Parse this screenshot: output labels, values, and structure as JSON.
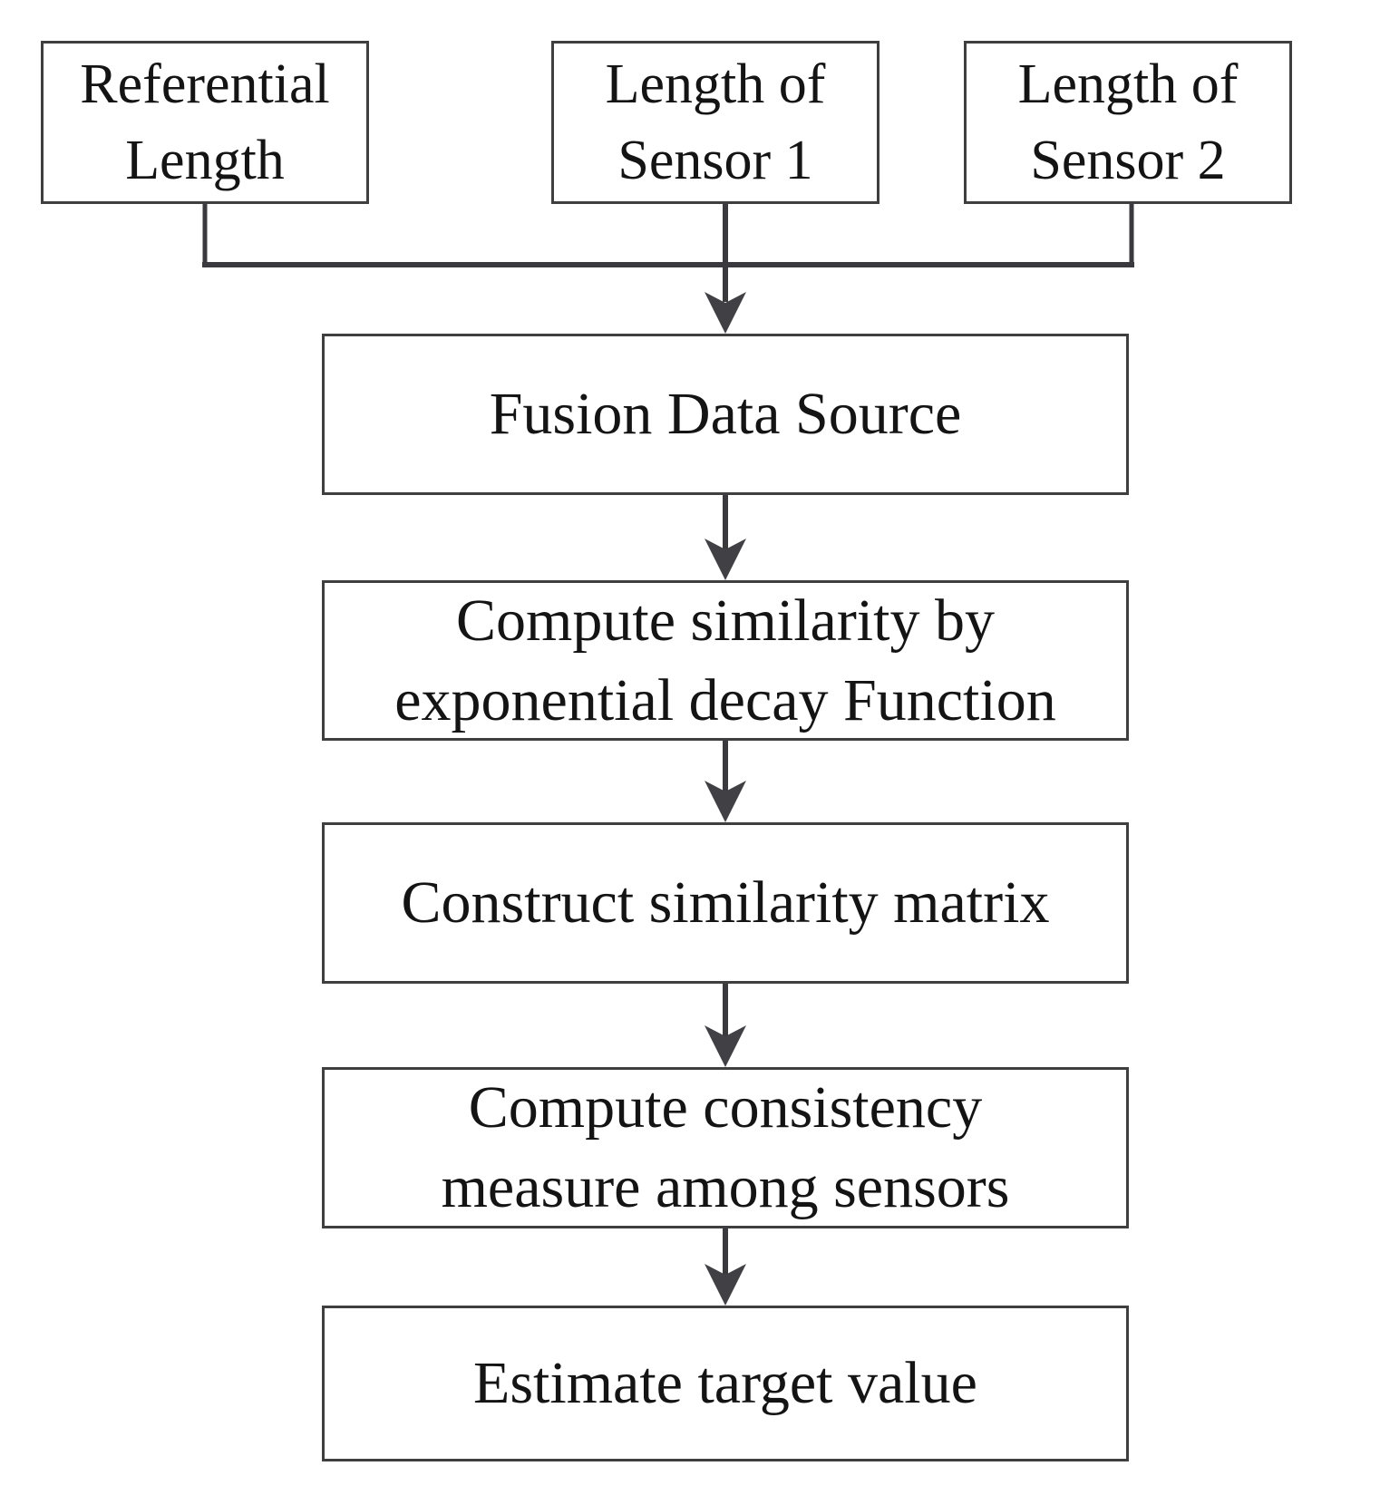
{
  "diagram": {
    "type": "flowchart",
    "description": "Sensor data fusion process flow",
    "colors": {
      "line": "#3a3a3e",
      "arrow": "#404045",
      "border": "#3f3f3f",
      "text": "#141414",
      "box_fill": "#ffffff",
      "background": "#ffffff"
    },
    "nodes": [
      {
        "id": "referential-length",
        "label": "Referential Length",
        "lines": [
          "Referential",
          "Length"
        ]
      },
      {
        "id": "length-of-sensor-1",
        "label": "Length of Sensor 1",
        "lines": [
          "Length of",
          "Sensor 1"
        ]
      },
      {
        "id": "length-of-sensor-2",
        "label": "Length of Sensor 2",
        "lines": [
          "Length of",
          "Sensor 2"
        ]
      },
      {
        "id": "fusion-data-source",
        "label": "Fusion Data Source",
        "lines": [
          "Fusion Data Source"
        ]
      },
      {
        "id": "compute-similarity",
        "label": "Compute similarity by exponential decay Function",
        "lines": [
          "Compute similarity by",
          "exponential decay Function"
        ]
      },
      {
        "id": "construct-similarity-matrix",
        "label": "Construct similarity matrix",
        "lines": [
          "Construct similarity matrix"
        ]
      },
      {
        "id": "compute-consistency",
        "label": "Compute consistency measure among sensors",
        "lines": [
          "Compute consistency",
          "measure among sensors"
        ]
      },
      {
        "id": "estimate-target-value",
        "label": "Estimate target value",
        "lines": [
          "Estimate target value"
        ]
      }
    ],
    "edges": [
      {
        "from": "referential-length",
        "to": "fusion-data-source"
      },
      {
        "from": "length-of-sensor-1",
        "to": "fusion-data-source"
      },
      {
        "from": "length-of-sensor-2",
        "to": "fusion-data-source"
      },
      {
        "from": "fusion-data-source",
        "to": "compute-similarity"
      },
      {
        "from": "compute-similarity",
        "to": "construct-similarity-matrix"
      },
      {
        "from": "construct-similarity-matrix",
        "to": "compute-consistency"
      },
      {
        "from": "compute-consistency",
        "to": "estimate-target-value"
      }
    ]
  }
}
